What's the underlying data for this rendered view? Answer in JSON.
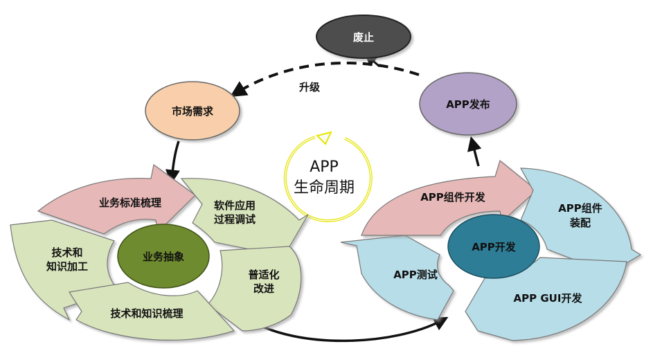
{
  "nodes": {
    "obsolete": "废止",
    "market": "市场需求",
    "release": "APP发布",
    "upgrade": "升级"
  },
  "center": {
    "line1": "APP",
    "line2": "生命周期"
  },
  "left_cycle": {
    "hub": "业务抽象",
    "seg_top": "业务标准梳理",
    "seg_right_top_1": "软件应用",
    "seg_right_top_2": "过程调试",
    "seg_right_bottom_1": "普适化",
    "seg_right_bottom_2": "改进",
    "seg_bottom": "技术和知识梳理",
    "seg_left_1": "技术和",
    "seg_left_2": "知识加工"
  },
  "right_cycle": {
    "hub": "APP开发",
    "seg_top": "APP组件开发",
    "seg_right_1": "APP组件",
    "seg_right_2": "装配",
    "seg_bottom": "APP GUI开发",
    "seg_left": "APP测试"
  },
  "colors": {
    "obsolete": "#4d4d4d",
    "market": "#f8cfaa",
    "release": "#b2a2c7",
    "pink": "#e6b8b7",
    "green_light": "#d8e4bc",
    "hub_green": "#6f8b2f",
    "blue_light": "#b7dde8",
    "hub_teal": "#2e7d96",
    "ring": "#e6e600"
  }
}
